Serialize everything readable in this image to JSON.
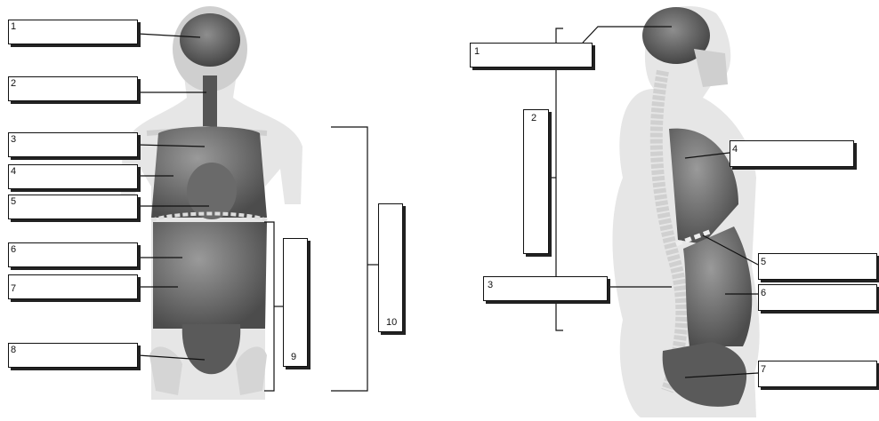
{
  "front_view": {
    "labels": [
      "1",
      "2",
      "3",
      "4",
      "5",
      "6",
      "7",
      "8",
      "9",
      "10"
    ]
  },
  "side_view": {
    "labels": [
      "1",
      "2",
      "3",
      "4",
      "5",
      "6",
      "7"
    ]
  },
  "colors": {
    "silhouette": "#e6e6e6",
    "organ_dark": "#5a5a5a",
    "organ_mid": "#8c8c8c",
    "bone": "#d8d8d8",
    "line": "#111111"
  }
}
